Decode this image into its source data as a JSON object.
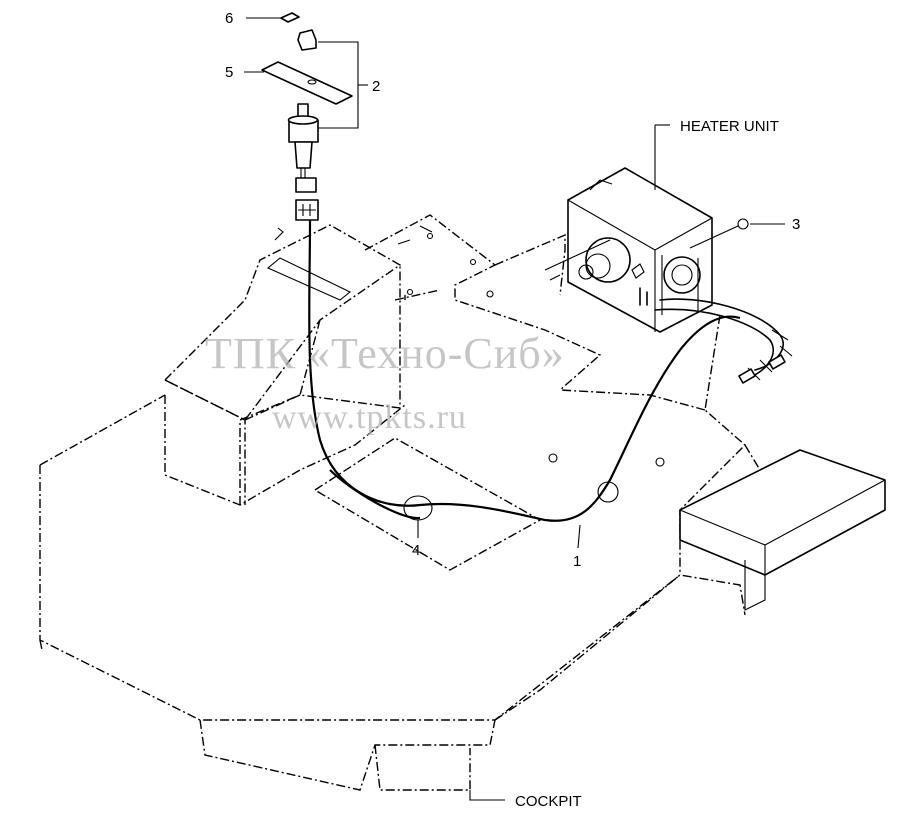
{
  "labels": {
    "heater_unit": "HEATER UNIT",
    "cockpit": "COCKPIT"
  },
  "callouts": [
    "6",
    "5",
    "2",
    "3",
    "4",
    "1"
  ],
  "watermark": {
    "main": "ТПК «Техно-Сиб»",
    "url": "www.tpkts.ru"
  }
}
